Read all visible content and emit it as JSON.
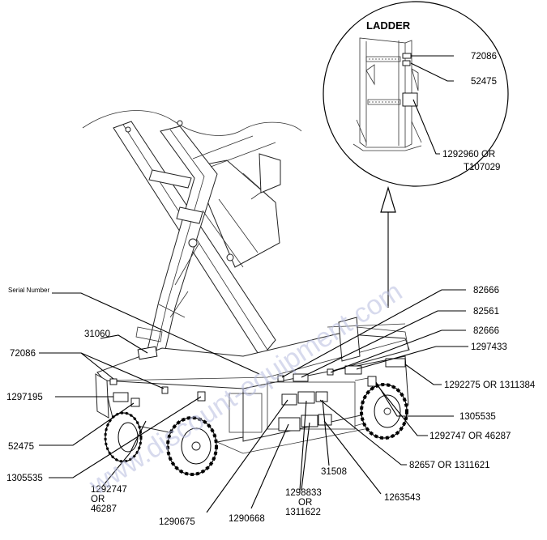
{
  "inset": {
    "title": "LADDER"
  },
  "watermark": "www.discount-equipment.com",
  "labels": {
    "l72086_inset": "72086",
    "l52475_inset": "52475",
    "l1292960": "1292960 OR",
    "lT107029": "T107029",
    "serial": "Serial Number",
    "l82666_a": "82666",
    "l82561": "82561",
    "l82666_b": "82666",
    "l31060": "31060",
    "l72086": "72086",
    "l1297433": "1297433",
    "l1292275": "1292275 OR 1311384",
    "l1297195": "1297195",
    "l1305535_r": "1305535",
    "l52475": "52475",
    "l1292747_r": "1292747 OR 46287",
    "l1305535_l": "1305535",
    "l82657": "82657 OR 1311621",
    "l1292747_l1": "1292747",
    "l1292747_l2": "OR",
    "l1292747_l3": "46287",
    "l31508": "31508",
    "l1298833_1": "1298833",
    "l1298833_2": "OR",
    "l1298833_3": "1311622",
    "l1263543": "1263543",
    "l1290675": "1290675",
    "l1290668": "1290668"
  }
}
